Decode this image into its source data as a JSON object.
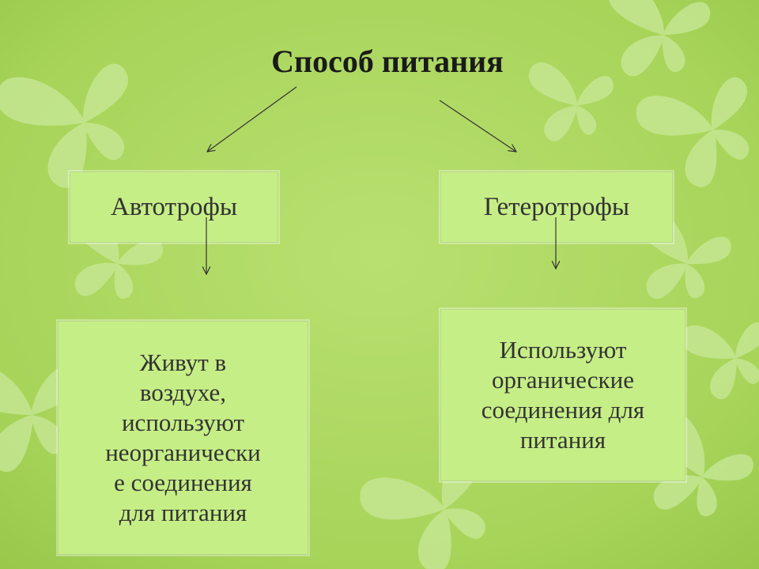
{
  "diagram": {
    "title": "Способ питания",
    "nodes": [
      {
        "id": "autotrophs",
        "label": "Автотрофы"
      },
      {
        "id": "heterotrophs",
        "label": "Гетеротрофы"
      },
      {
        "id": "autotrophs-desc",
        "label": "Живут в\nвоздухе,\nиспользуют\nнеорганически\nе соединения\nдля питания"
      },
      {
        "id": "heterotrophs-desc",
        "label": "Используют\nорганические\nсоединения для\nпитания"
      }
    ],
    "edges": [
      {
        "from": "title",
        "to": "autotrophs"
      },
      {
        "from": "title",
        "to": "heterotrophs"
      },
      {
        "from": "autotrophs",
        "to": "autotrophs-desc"
      },
      {
        "from": "heterotrophs",
        "to": "heterotrophs-desc"
      }
    ]
  },
  "colors": {
    "background": "#a8d45a",
    "box_fill": "#c6ee86",
    "box_border": "#b3d98a",
    "butterfly": "#c8e99a",
    "text": "#333333"
  }
}
